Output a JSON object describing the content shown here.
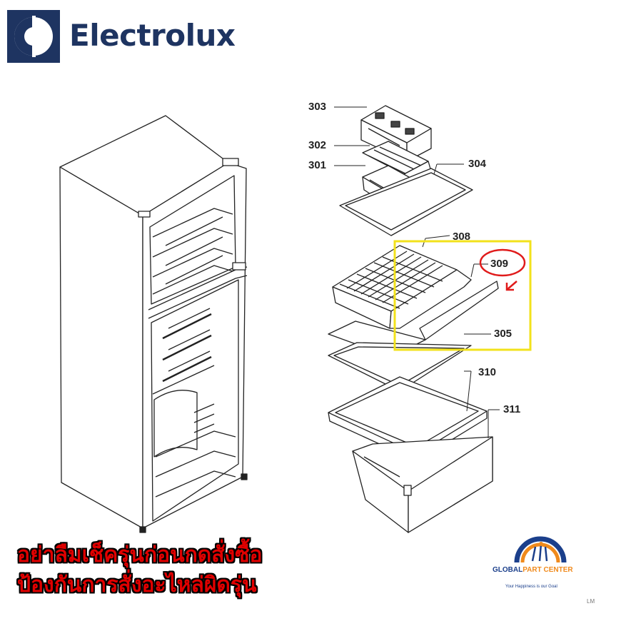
{
  "header": {
    "brand": "Electrolux",
    "logo_icon": "electrolux-logo-icon",
    "brand_color": "#1e3461"
  },
  "parts": {
    "p301": "301",
    "p302": "302",
    "p303": "303",
    "p304": "304",
    "p305": "305",
    "p308": "308",
    "p309": "309",
    "p310": "310",
    "p311": "311"
  },
  "highlight": {
    "box_color": "#f2e21b",
    "circle_color": "#e01b1b",
    "circled_part": "309"
  },
  "warning": {
    "line1": "อย่าลืมเช็ครุ่นก่อนกดสั่งซื้อ",
    "line2": "ป้องกันการสั่งอะไหล่ผิดรุ่น",
    "text_color": "#e00000"
  },
  "shop": {
    "name_part1": "GLOBAL",
    "name_part2": "PART CENTER",
    "tagline": "Your Happiness is our Goal",
    "logo_icon": "global-part-center-logo-icon"
  },
  "corner_mark": "LM"
}
